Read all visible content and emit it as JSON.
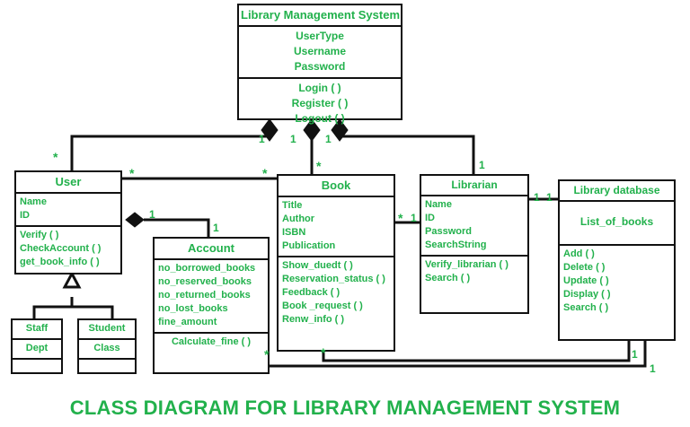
{
  "caption": "CLASS DIAGRAM FOR LIBRARY MANAGEMENT SYSTEM",
  "colors": {
    "text_green": "#22b14c",
    "line_black": "#111111",
    "background": "#ffffff"
  },
  "classes": {
    "library_management_system": {
      "name": "Library Management System",
      "attributes": [
        "UserType",
        "Username",
        "Password"
      ],
      "operations": [
        "Login ( )",
        "Register ( )",
        "Logout ( )"
      ]
    },
    "user": {
      "name": "User",
      "attributes": [
        "Name",
        "ID"
      ],
      "operations": [
        "Verify ( )",
        "CheckAccount ( )",
        "get_book_info ( )"
      ]
    },
    "book": {
      "name": "Book",
      "attributes": [
        "Title",
        "Author",
        "ISBN",
        "Publication"
      ],
      "operations": [
        "Show_duedt ( )",
        "Reservation_status ( )",
        "Feedback ( )",
        "Book _request ( )",
        "Renw_info ( )"
      ]
    },
    "librarian": {
      "name": "Librarian",
      "attributes": [
        "Name",
        "ID",
        "Password",
        "SearchString"
      ],
      "operations": [
        "Verify_librarian ( )",
        "Search ( )"
      ]
    },
    "library_database": {
      "name": "Library database",
      "attributes": [
        "List_of_books"
      ],
      "operations": [
        "Add ( )",
        "Delete ( )",
        "Update ( )",
        "Display ( )",
        "Search ( )"
      ]
    },
    "account": {
      "name": "Account",
      "attributes": [
        "no_borrowed_books",
        "no_reserved_books",
        "no_returned_books",
        "no_lost_books",
        "fine_amount"
      ],
      "operations": [
        "Calculate_fine ( )"
      ]
    },
    "staff": {
      "name": "Staff",
      "attributes": [
        "Dept"
      ],
      "operations": [
        ""
      ]
    },
    "student": {
      "name": "Student",
      "attributes": [
        "Class"
      ],
      "operations": [
        ""
      ]
    }
  },
  "multiplicities": {
    "lms_user": "1",
    "lms_book": "1",
    "lms_librarian": "1",
    "user_from_lms": "*",
    "book_from_lms": "*",
    "librarian_from_lms": "1",
    "user_book_left": "*",
    "user_book_right": "*",
    "user_account_left": "1",
    "user_account_right": "1",
    "book_librarian_left": "*",
    "book_librarian_right": "1",
    "librarian_db_left": "1",
    "librarian_db_right": "1",
    "account_db_star": "*",
    "book_db_star": "*",
    "db_from_book": "1",
    "db_from_account": "1"
  }
}
